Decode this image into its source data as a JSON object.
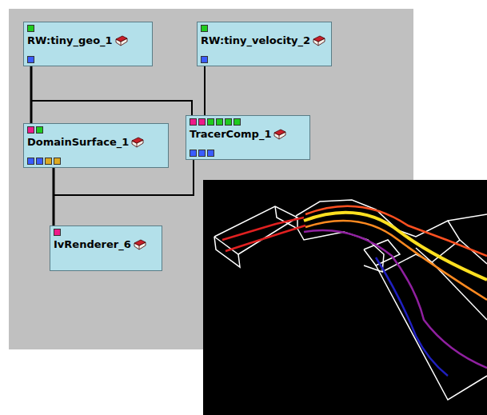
{
  "diagram": {
    "nodes": [
      {
        "text": [
          "RW:tiny_geo_1"
        ]
      },
      {
        "text": [
          "RW:tiny_velocity_2"
        ]
      },
      {
        "text": [
          "DomainSurface_1"
        ]
      },
      {
        "text": [
          "TracerComp_1"
        ]
      },
      {
        "text": [
          "IvRenderer_6"
        ]
      }
    ],
    "edges": [
      {
        "from": 0,
        "to": 2,
        "arrow": "none"
      },
      {
        "from": 0,
        "to": 3,
        "arrow": "none"
      },
      {
        "from": 1,
        "to": 3,
        "arrow": "none"
      },
      {
        "from": 2,
        "to": 4,
        "arrow": "none"
      },
      {
        "from": 3,
        "to": 4,
        "arrow": "none"
      }
    ]
  }
}
